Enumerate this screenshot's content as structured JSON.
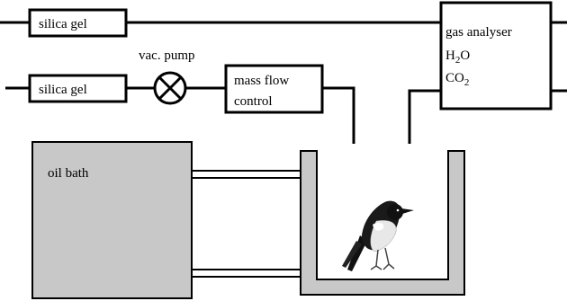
{
  "labels": {
    "silica_gel_top": "silica gel",
    "silica_gel_bottom": "silica gel",
    "vac_pump": "vac. pump",
    "mass_flow_line1": "mass flow",
    "mass_flow_line2": "control",
    "gas_analyser": "gas analyser",
    "h2o_main": "H",
    "h2o_sub": "2",
    "h2o_tail": "O",
    "co2_main": "CO",
    "co2_sub": "2",
    "oil_bath": "oil bath"
  },
  "icons": {
    "pump": "circle-x-pump-icon",
    "bird": "magpie-bird-icon"
  },
  "colors": {
    "line": "#000000",
    "oil_bath_fill": "#c8c8c8",
    "chamber_fill": "#c8c8c8",
    "box_fill": "#ffffff"
  }
}
